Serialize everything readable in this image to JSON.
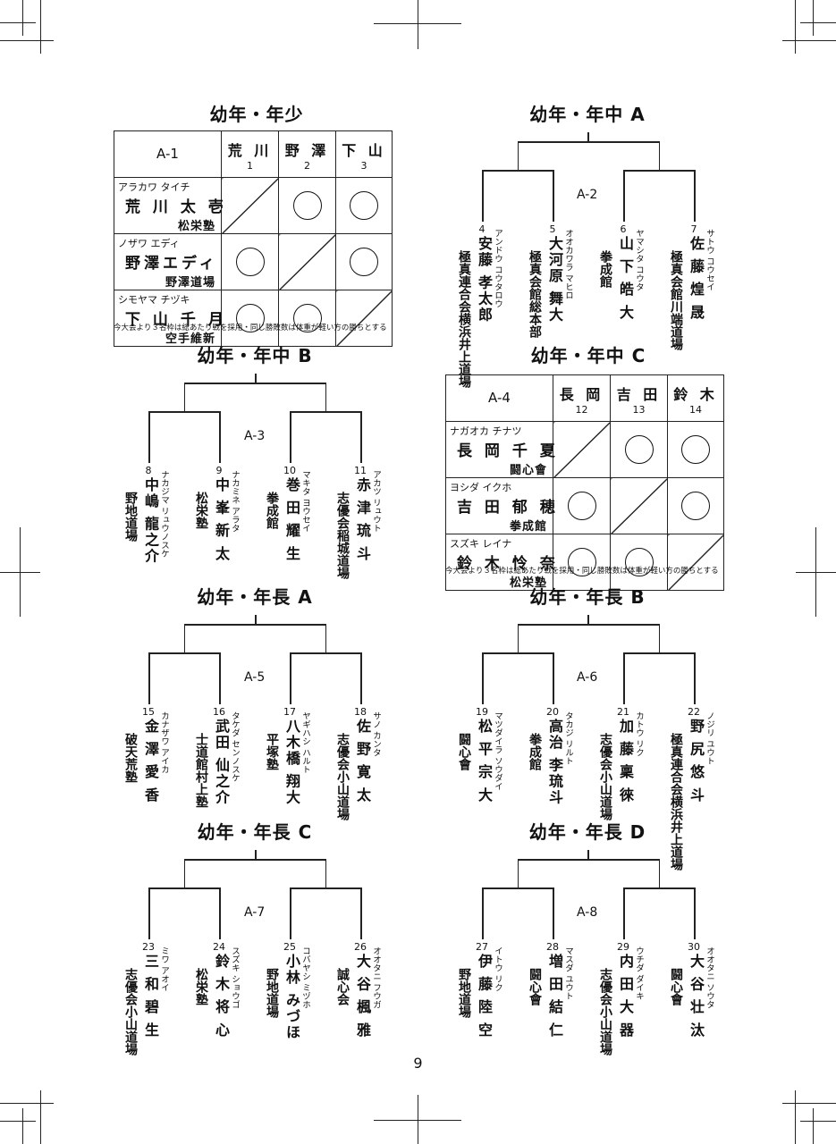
{
  "page_number": "9",
  "note": "今大会より３名枠は総あたり戦を採用・同じ勝敗数は体重が軽い方の勝ちとする",
  "round_robins": [
    {
      "title": "幼年・年少",
      "label": "A-1",
      "headers": [
        {
          "name": "荒 川",
          "num": "1"
        },
        {
          "name": "野 澤",
          "num": "2"
        },
        {
          "name": "下 山",
          "num": "3"
        }
      ],
      "players": [
        {
          "kana": "アラカワ タイチ",
          "name": "荒 川 太 壱",
          "dojo": "松栄塾",
          "wins": [
            false,
            true,
            true
          ]
        },
        {
          "kana": "ノザワ エディ",
          "name": "野澤エディ",
          "dojo": "野澤道場",
          "wins": [
            true,
            false,
            true
          ]
        },
        {
          "kana": "シモヤマ チヅキ",
          "name": "下 山 千 月",
          "dojo": "空手維新",
          "wins": [
            true,
            true,
            false
          ]
        }
      ]
    },
    {
      "title": "幼年・年中 C",
      "label": "A-4",
      "headers": [
        {
          "name": "長 岡",
          "num": "12"
        },
        {
          "name": "吉 田",
          "num": "13"
        },
        {
          "name": "鈴 木",
          "num": "14"
        }
      ],
      "players": [
        {
          "kana": "ナガオカ チナツ",
          "name": "長 岡 千 夏",
          "dojo": "闘心會",
          "wins": [
            false,
            true,
            true
          ]
        },
        {
          "kana": "ヨシダ イクホ",
          "name": "吉 田 郁 穂",
          "dojo": "拳成館",
          "wins": [
            true,
            false,
            true
          ]
        },
        {
          "kana": "スズキ レイナ",
          "name": "鈴 木 怜 奈",
          "dojo": "松栄塾",
          "wins": [
            true,
            true,
            false
          ]
        }
      ]
    }
  ],
  "brackets": [
    {
      "title": "幼年・年中 A",
      "label": "A-2",
      "entries": [
        {
          "num": "4",
          "kana": "アンドウ コウタロウ",
          "name": "安藤 孝太郎",
          "dojo": "極真連合会横浜井上道場"
        },
        {
          "num": "5",
          "kana": "オオカワラ マヒロ",
          "name": "大河原 舞大",
          "dojo": "極真会館総本部"
        },
        {
          "num": "6",
          "kana": "ヤマシタ コウタ",
          "name": "山 下 皓 大",
          "dojo": "拳成館"
        },
        {
          "num": "7",
          "kana": "サトウ コウセイ",
          "name": "佐 藤 煌 晟",
          "dojo": "極真会館川端道場"
        }
      ]
    },
    {
      "title": "幼年・年中 B",
      "label": "A-3",
      "entries": [
        {
          "num": "8",
          "kana": "ナカジマ リュウノスケ",
          "name": "中嶋 龍之介",
          "dojo": "野地道場"
        },
        {
          "num": "9",
          "kana": "ナカミネ アラタ",
          "name": "中 峯 新 太",
          "dojo": "松栄塾"
        },
        {
          "num": "10",
          "kana": "マキタ ヨウセイ",
          "name": "巻 田 耀 生",
          "dojo": "拳成館"
        },
        {
          "num": "11",
          "kana": "アカツ リュウト",
          "name": "赤 津 琉 斗",
          "dojo": "志優会稲城道場"
        }
      ]
    },
    {
      "title": "幼年・年長 A",
      "label": "A-5",
      "entries": [
        {
          "num": "15",
          "kana": "カナザワ アイカ",
          "name": "金 澤 愛 香",
          "dojo": "破天荒塾"
        },
        {
          "num": "16",
          "kana": "タケダ センノスケ",
          "name": "武田 仙之介",
          "dojo": "士道館村上塾"
        },
        {
          "num": "17",
          "kana": "ヤギハシ ハルト",
          "name": "八木橋 翔大",
          "dojo": "平塚塾"
        },
        {
          "num": "18",
          "kana": "サノ カンタ",
          "name": "佐 野 寛 太",
          "dojo": "志優会小山道場"
        }
      ]
    },
    {
      "title": "幼年・年長 B",
      "label": "A-6",
      "entries": [
        {
          "num": "19",
          "kana": "マツダイラ ソウダイ",
          "name": "松 平 宗 大",
          "dojo": "闘心會"
        },
        {
          "num": "20",
          "kana": "タカジ リルト",
          "name": "高治 李琉斗",
          "dojo": "拳成館"
        },
        {
          "num": "21",
          "kana": "カトウ リク",
          "name": "加 藤 稟 徠",
          "dojo": "志優会小山道場"
        },
        {
          "num": "22",
          "kana": "ノジリ ユウト",
          "name": "野 尻 悠 斗",
          "dojo": "極真連合会横浜井上道場"
        }
      ]
    },
    {
      "title": "幼年・年長 C",
      "label": "A-7",
      "entries": [
        {
          "num": "23",
          "kana": "ミワ アオイ",
          "name": "三 和 碧 生",
          "dojo": "志優会小山道場"
        },
        {
          "num": "24",
          "kana": "スズキ ショウゴ",
          "name": "鈴 木 将 心",
          "dojo": "松栄塾"
        },
        {
          "num": "25",
          "kana": "コバヤシ ミヅホ",
          "name": "小林 みづほ",
          "dojo": "野地道場"
        },
        {
          "num": "26",
          "kana": "オオタニ フウガ",
          "name": "大 谷 楓 雅",
          "dojo": "誠心会"
        }
      ]
    },
    {
      "title": "幼年・年長 D",
      "label": "A-8",
      "entries": [
        {
          "num": "27",
          "kana": "イトウ リク",
          "name": "伊 藤 陸 空",
          "dojo": "野地道場"
        },
        {
          "num": "28",
          "kana": "マスダ ユウト",
          "name": "増 田 結 仁",
          "dojo": "闘心會"
        },
        {
          "num": "29",
          "kana": "ウチダ ダイキ",
          "name": "内 田 大 器",
          "dojo": "志優会小山道場"
        },
        {
          "num": "30",
          "kana": "オオタニ ソウタ",
          "name": "大 谷 壮 汰",
          "dojo": "闘心會"
        }
      ]
    }
  ]
}
